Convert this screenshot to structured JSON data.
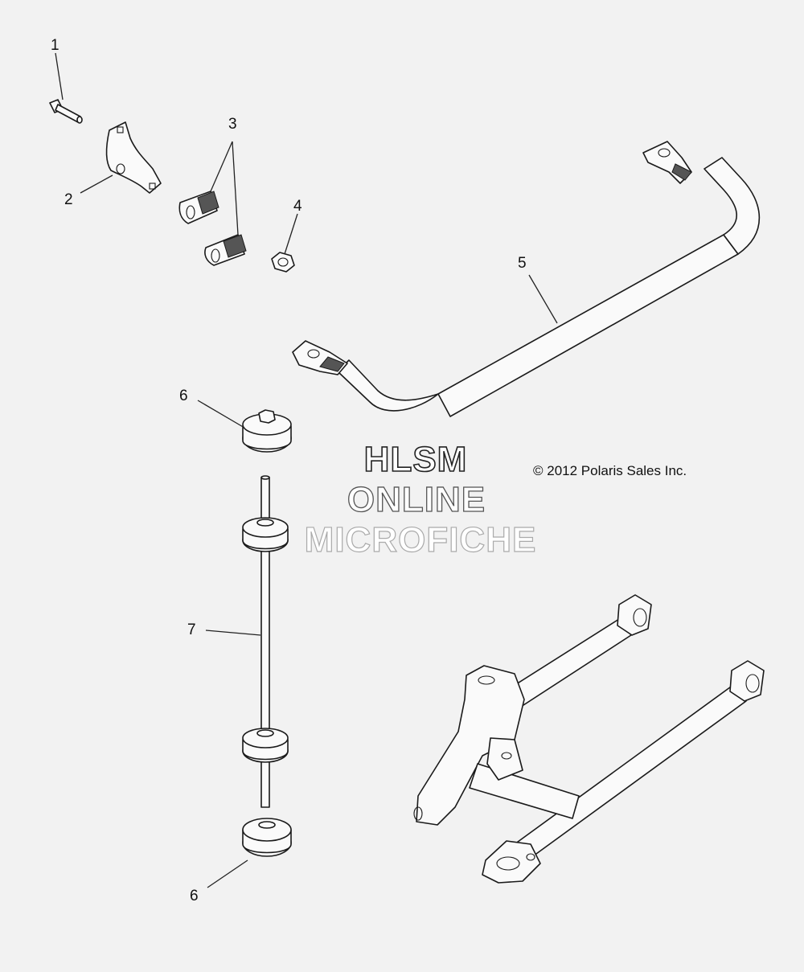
{
  "callouts": {
    "c1": "1",
    "c2": "2",
    "c3": "3",
    "c4": "4",
    "c5": "5",
    "c6a": "6",
    "c6b": "6",
    "c7": "7"
  },
  "copyright": "© 2012 Polaris Sales Inc.",
  "watermark": {
    "line1": "HLSM",
    "line2": "ONLINE",
    "line3": "MICROFICHE"
  },
  "colors": {
    "background": "#f2f2f2",
    "line": "#1a1a1a"
  }
}
